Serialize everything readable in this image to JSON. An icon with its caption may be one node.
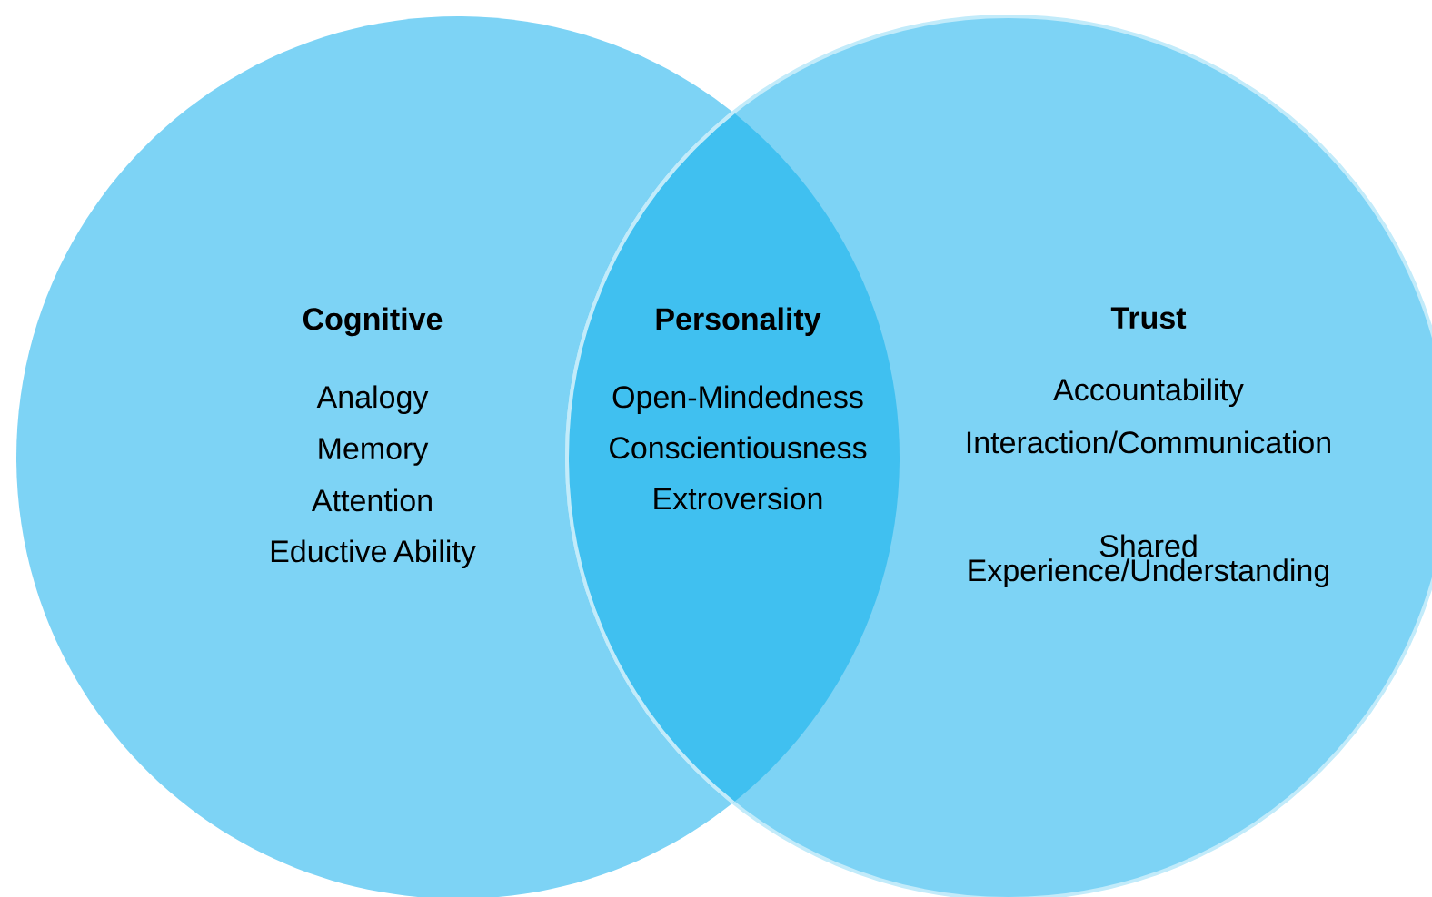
{
  "diagram": {
    "nodes": [
      {
        "text": [
          "Cognitive",
          "Analogy",
          "Memory",
          "Attention",
          "Eductive Ability"
        ]
      },
      {
        "text": [
          "Personality",
          "Open-Mindedness",
          "Conscientiousness",
          "Extroversion"
        ]
      },
      {
        "text": [
          "Trust",
          "Accountability",
          "Interaction/Communication",
          "Shared Experience/Understanding"
        ]
      }
    ]
  }
}
